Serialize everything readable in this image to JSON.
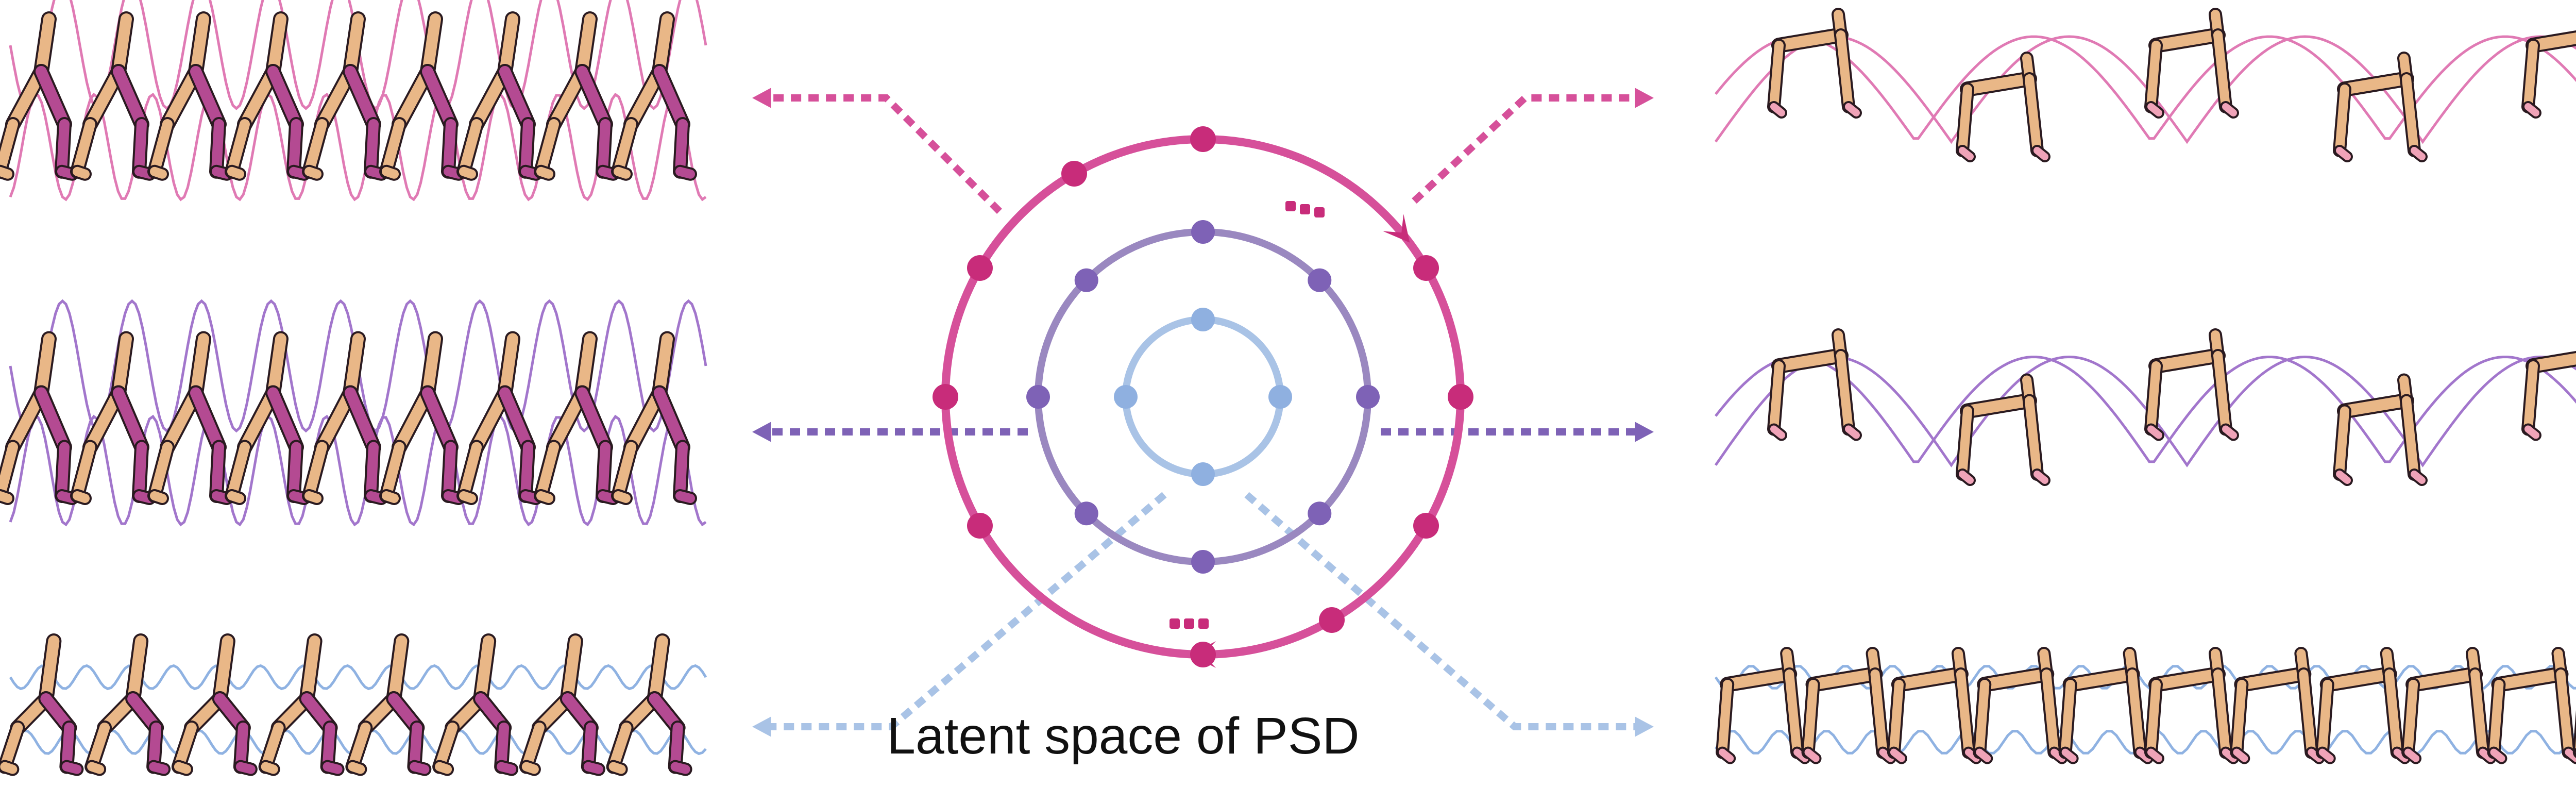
{
  "caption": "Latent space of PSD",
  "colors": {
    "outer_ring": "#d6509a",
    "outer_node": "#c82c7a",
    "middle_ring": "#9a88c0",
    "middle_node": "#7e62b6",
    "inner_ring": "#a9c3e6",
    "inner_node": "#8fb0e0",
    "trail_pink": "#e07ab4",
    "trail_purple": "#a276cc",
    "trail_blue": "#8fb2e2",
    "limb_light": "#e9b787",
    "limb_dark": "#b44a92",
    "foot_pink": "#f0a3b8",
    "outline": "#2a1a20"
  },
  "rings": [
    {
      "id": "outer",
      "node_count": 12,
      "has_ellipsis": true,
      "direction_arrows": true
    },
    {
      "id": "middle",
      "node_count": 8
    },
    {
      "id": "inner",
      "node_count": 4
    }
  ],
  "motions": [
    {
      "id": "fast-biped",
      "side": "left",
      "row": 0,
      "color_key": "trail_pink"
    },
    {
      "id": "medium-biped",
      "side": "left",
      "row": 1,
      "color_key": "trail_purple"
    },
    {
      "id": "slow-biped",
      "side": "left",
      "row": 2,
      "color_key": "trail_blue"
    },
    {
      "id": "fast-quadruped",
      "side": "right",
      "row": 0,
      "color_key": "trail_pink"
    },
    {
      "id": "medium-quadruped",
      "side": "right",
      "row": 1,
      "color_key": "trail_purple"
    },
    {
      "id": "slow-quadruped",
      "side": "right",
      "row": 2,
      "color_key": "trail_blue"
    }
  ]
}
